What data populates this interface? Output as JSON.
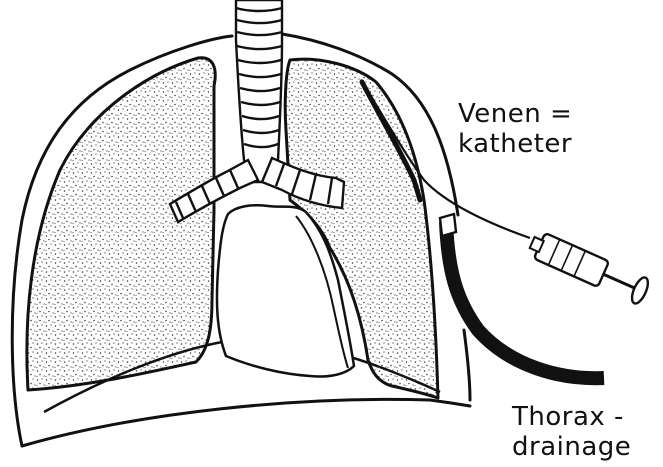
{
  "labels": {
    "venenkatheter": {
      "line1": "Venen =",
      "line2": "katheter"
    },
    "thoraxdrainage": {
      "line1": "Thorax -",
      "line2": "drainage"
    }
  },
  "colors": {
    "ink": "#111111",
    "paper": "#ffffff"
  }
}
